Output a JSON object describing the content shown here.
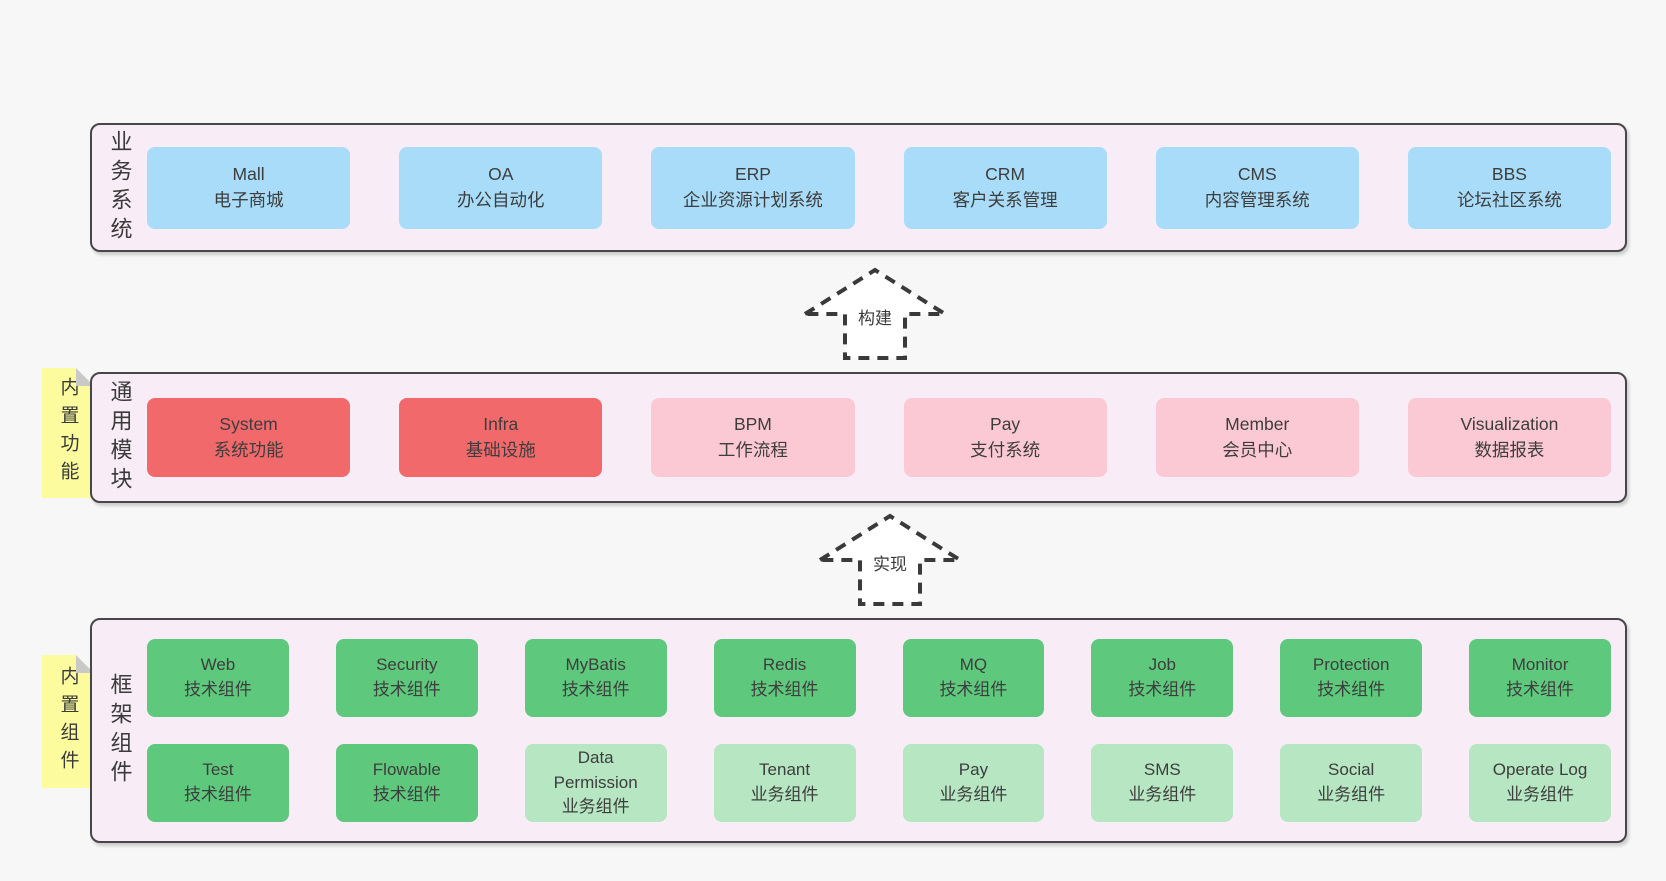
{
  "palette": {
    "page_bg": "#f7f7f7",
    "panel_bg": "#f8edf6",
    "panel_border": "#474747",
    "blue": "#a8dcf8",
    "red": "#f1696b",
    "pink": "#fbc9d3",
    "green": "#5ec97d",
    "light_green": "#b6e6c2",
    "note_bg": "#fcfc9e",
    "note_fold": "#c9c9c9",
    "text": "#3d3d3d"
  },
  "arrows": [
    {
      "label": "构建"
    },
    {
      "label": "实现"
    }
  ],
  "sections": {
    "business": {
      "side_label": "业务系统",
      "boxes": [
        {
          "title": "Mall",
          "subtitle": "电子商城"
        },
        {
          "title": "OA",
          "subtitle": "办公自动化"
        },
        {
          "title": "ERP",
          "subtitle": "企业资源计划系统"
        },
        {
          "title": "CRM",
          "subtitle": "客户关系管理"
        },
        {
          "title": "CMS",
          "subtitle": "内容管理系统"
        },
        {
          "title": "BBS",
          "subtitle": "论坛社区系统"
        }
      ]
    },
    "modules": {
      "side_label": "通用模块",
      "sticky_note": "内置功能",
      "boxes": [
        {
          "title": "System",
          "subtitle": "系统功能",
          "variant": "red"
        },
        {
          "title": "Infra",
          "subtitle": "基础设施",
          "variant": "red"
        },
        {
          "title": "BPM",
          "subtitle": "工作流程",
          "variant": "pink"
        },
        {
          "title": "Pay",
          "subtitle": "支付系统",
          "variant": "pink"
        },
        {
          "title": "Member",
          "subtitle": "会员中心",
          "variant": "pink"
        },
        {
          "title": "Visualization",
          "subtitle": "数据报表",
          "variant": "pink"
        }
      ]
    },
    "components": {
      "side_label": "框架组件",
      "sticky_note": "内置组件",
      "row1": [
        {
          "title": "Web",
          "subtitle": "技术组件",
          "variant": "green"
        },
        {
          "title": "Security",
          "subtitle": "技术组件",
          "variant": "green"
        },
        {
          "title": "MyBatis",
          "subtitle": "技术组件",
          "variant": "green"
        },
        {
          "title": "Redis",
          "subtitle": "技术组件",
          "variant": "green"
        },
        {
          "title": "MQ",
          "subtitle": "技术组件",
          "variant": "green"
        },
        {
          "title": "Job",
          "subtitle": "技术组件",
          "variant": "green"
        },
        {
          "title": "Protection",
          "subtitle": "技术组件",
          "variant": "green"
        },
        {
          "title": "Monitor",
          "subtitle": "技术组件",
          "variant": "green"
        }
      ],
      "row2": [
        {
          "title": "Test",
          "subtitle": "技术组件",
          "variant": "green"
        },
        {
          "title": "Flowable",
          "subtitle": "技术组件",
          "variant": "green"
        },
        {
          "title": "Data Permission",
          "subtitle": "业务组件",
          "variant": "lightgreen"
        },
        {
          "title": "Tenant",
          "subtitle": "业务组件",
          "variant": "lightgreen"
        },
        {
          "title": "Pay",
          "subtitle": "业务组件",
          "variant": "lightgreen"
        },
        {
          "title": "SMS",
          "subtitle": "业务组件",
          "variant": "lightgreen"
        },
        {
          "title": "Social",
          "subtitle": "业务组件",
          "variant": "lightgreen"
        },
        {
          "title": "Operate Log",
          "subtitle": "业务组件",
          "variant": "lightgreen"
        }
      ]
    }
  }
}
